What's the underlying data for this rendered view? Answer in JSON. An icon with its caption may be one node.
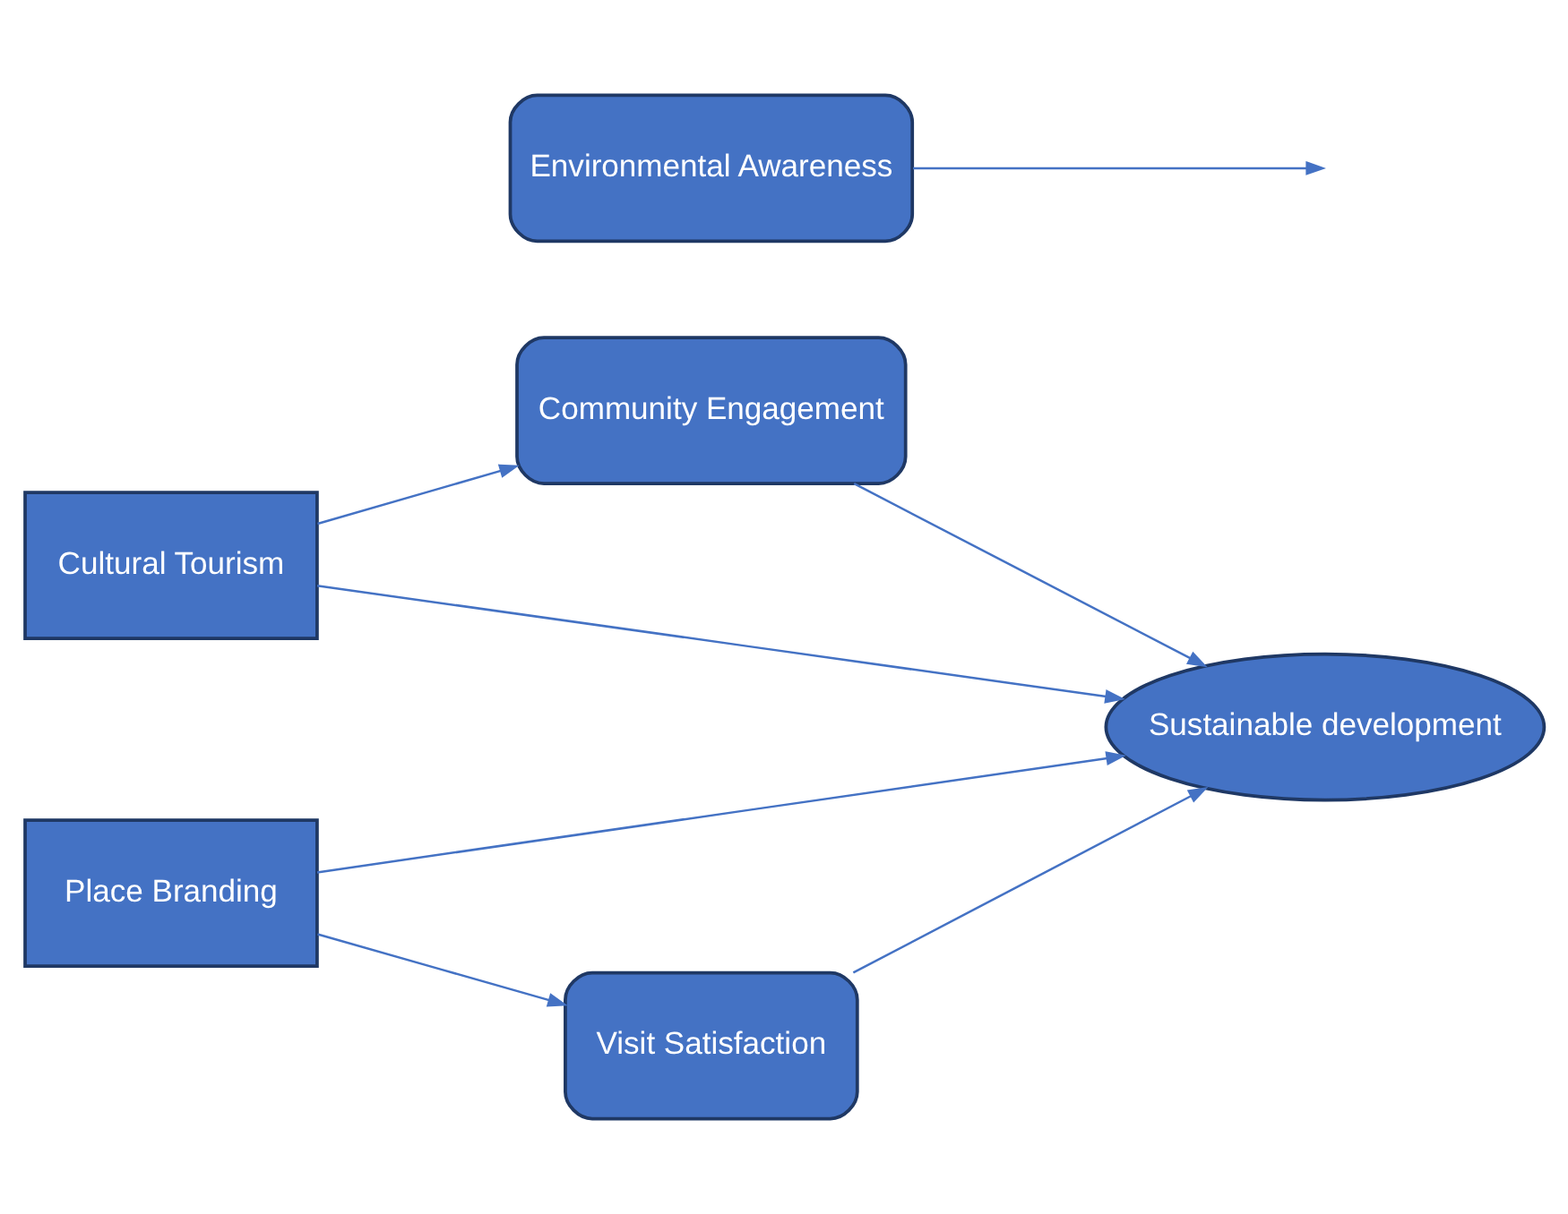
{
  "diagram": {
    "nodes": [
      {
        "text": [
          "Cultural Tourism"
        ]
      },
      {
        "text": [
          "Community Engagement"
        ]
      },
      {
        "text": [
          "Environmental Awareness"
        ]
      },
      {
        "text": [
          "Sustainable development"
        ]
      },
      {
        "text": [
          "Place Branding"
        ]
      },
      {
        "text": [
          "Visit Satisfaction"
        ]
      }
    ],
    "edges": [
      {
        "from": 0,
        "to": 1,
        "arrow": "to"
      },
      {
        "from": 1,
        "to": 3,
        "arrow": "to"
      },
      {
        "from": 2,
        "to": null,
        "arrow": "to"
      },
      {
        "from": 0,
        "to": 3,
        "arrow": "to"
      },
      {
        "from": 4,
        "to": 3,
        "arrow": "to"
      },
      {
        "from": 4,
        "to": 5,
        "arrow": "to"
      },
      {
        "from": 5,
        "to": 3,
        "arrow": "to"
      }
    ]
  }
}
